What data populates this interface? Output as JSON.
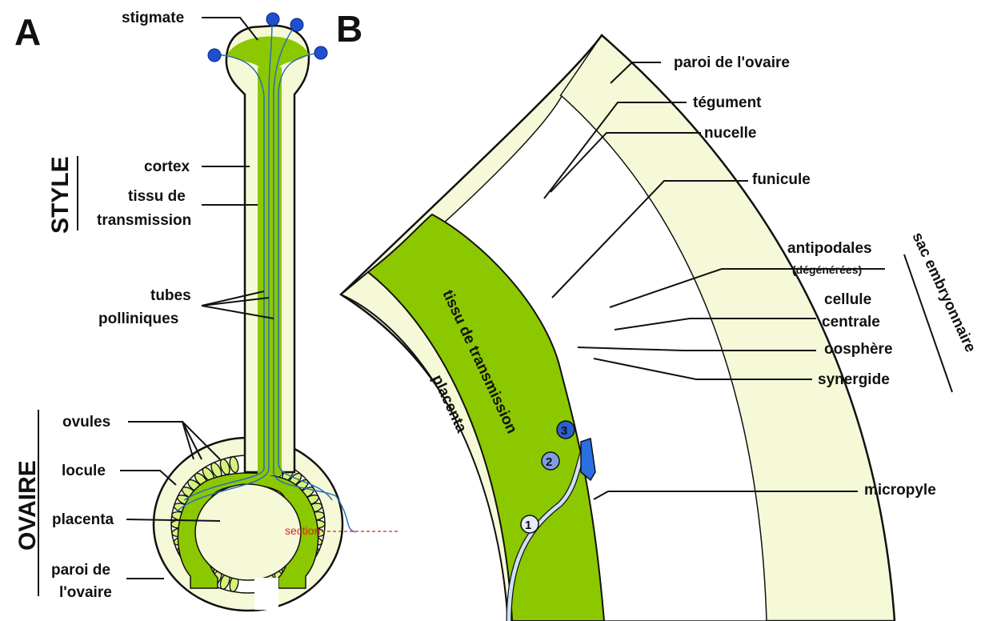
{
  "panel_a": {
    "letter": "A",
    "labels": {
      "stigmate": "stigmate",
      "cortex": "cortex",
      "tissu_l1": "tissu de",
      "tissu_l2": "transmission",
      "tubes_l1": "tubes",
      "tubes_l2": "polliniques",
      "ovules": "ovules",
      "locule": "locule",
      "placenta": "placenta",
      "paroi_l1": "paroi de",
      "paroi_l2": "l'ovaire",
      "section": "section"
    },
    "style_label": "STYLE",
    "ovaire_label": "OVAIRE"
  },
  "panel_b": {
    "letter": "B",
    "labels": {
      "paroi": "paroi de l'ovaire",
      "tegument": "tégument",
      "nucelle": "nucelle",
      "funicule": "funicule",
      "antipodales": "antipodales",
      "degenerees": "(dégénérées)",
      "cellule": "cellule",
      "centrale": "centrale",
      "oosphere": "oosphère",
      "synergide": "synergide",
      "micropyle": "micropyle",
      "placenta": "placenta",
      "tissu": "tissu de transmission",
      "sac": "sac embryonnaire"
    },
    "steps": [
      "1",
      "2",
      "3"
    ]
  },
  "colors": {
    "dark_green": "#8cc800",
    "light_green": "#d6f27a",
    "cream": "#f6f9d8",
    "yolk": "#fbe0a0",
    "blue_pollen": "#1f4fcf",
    "tube": "#8ab4e8",
    "red_egg": "#ef6060",
    "section_red": "#e02020"
  }
}
